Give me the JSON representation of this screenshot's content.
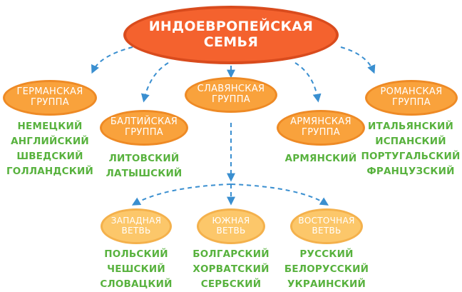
{
  "root": {
    "label": "ИНДОЕВРОПЕЙСКАЯ\nСЕМЬЯ"
  },
  "groups": [
    {
      "label": "ГЕРМАНСКАЯ\nГРУППА",
      "languages": [
        "НЕМЕЦКИЙ",
        "АНГЛИЙСКИЙ",
        "ШВЕДСКИЙ",
        "ГОЛЛАНДСКИЙ"
      ]
    },
    {
      "label": "БАЛТИЙСКАЯ\nГРУППА",
      "languages": [
        "ЛИТОВСКИЙ",
        "ЛАТЫШСКИЙ"
      ]
    },
    {
      "label": "СЛАВЯНСКАЯ\nГРУППА",
      "languages": []
    },
    {
      "label": "АРМЯНСКАЯ\nГРУППА",
      "languages": [
        "АРМЯНСКИЙ"
      ]
    },
    {
      "label": "РОМАНСКАЯ\nГРУППА",
      "languages": [
        "ИТАЛЬЯНСКИЙ",
        "ИСПАНСКИЙ",
        "ПОРТУГАЛЬСКИЙ",
        "ФРАНЦУЗСКИЙ"
      ]
    }
  ],
  "branches": [
    {
      "label": "ЗАПАДНАЯ\nВЕТВЬ",
      "languages": [
        "ПОЛЬСКИЙ",
        "ЧЕШСКИЙ",
        "СЛОВАЦКИЙ"
      ]
    },
    {
      "label": "ЮЖНАЯ\nВЕТВЬ",
      "languages": [
        "БОЛГАРСКИЙ",
        "ХОРВАТСКИЙ",
        "СЕРБСКИЙ"
      ]
    },
    {
      "label": "ВОСТОЧНАЯ\nВЕТВЬ",
      "languages": [
        "РУССКИЙ",
        "БЕЛОРУССКИЙ",
        "УКРАИНСКИЙ"
      ]
    }
  ],
  "colors": {
    "root_fill": "#f4622e",
    "group_fill": "#f9a23c",
    "branch_fill": "#fcc76a",
    "language_text": "#58b23e",
    "arrow": "#3a8fd0"
  }
}
